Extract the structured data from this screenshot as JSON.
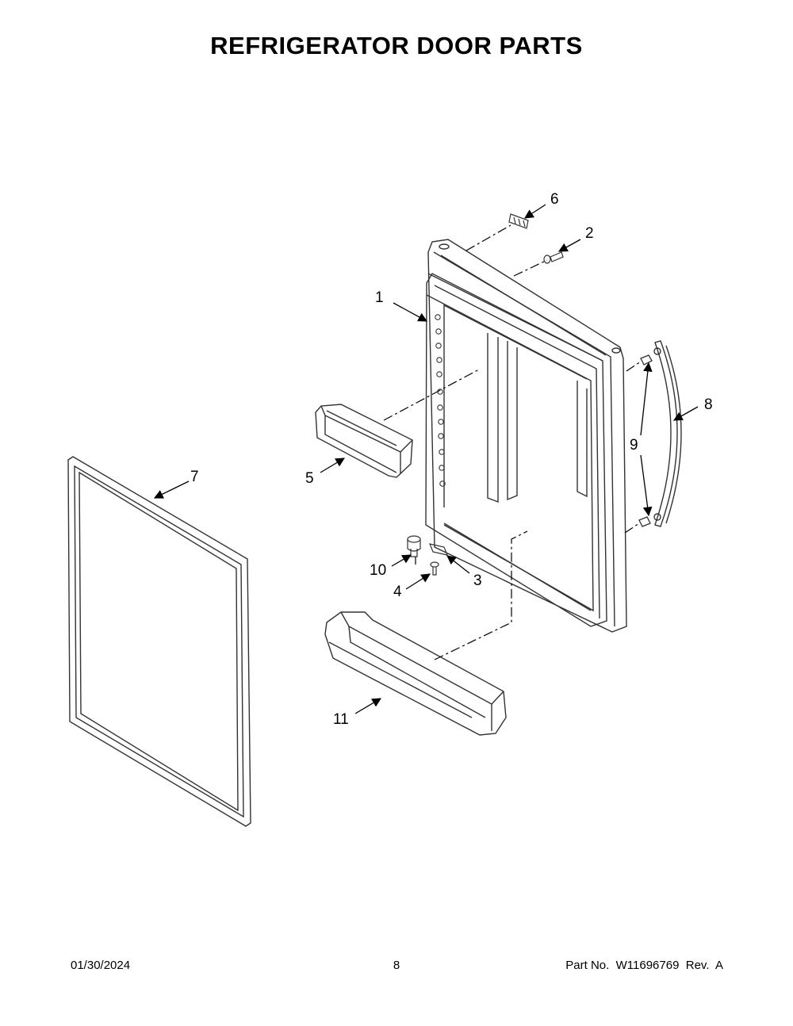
{
  "page": {
    "title": "REFRIGERATOR DOOR PARTS"
  },
  "callouts": {
    "c1": "1",
    "c2": "2",
    "c3": "3",
    "c4": "4",
    "c5": "5",
    "c6": "6",
    "c7": "7",
    "c8": "8",
    "c9": "9",
    "c10": "10",
    "c11": "11"
  },
  "footer": {
    "date": "01/30/2024",
    "page_number": "8",
    "part_number": "Part No.  W11696769  Rev.  A"
  }
}
